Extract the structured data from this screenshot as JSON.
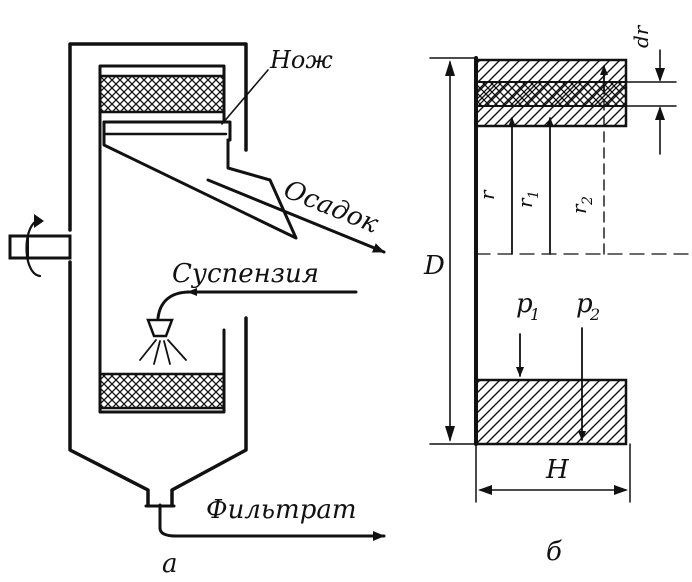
{
  "figure_a": {
    "knife_label": "Нож",
    "sediment_label": "Осадок",
    "suspension_label": "Суспензия",
    "filtrate_label": "Фильтрат",
    "caption": "а"
  },
  "figure_b": {
    "dr_label": "dr",
    "r_label": "r",
    "r1_label": "r",
    "r1_sub": "1",
    "r2_label": "r",
    "r2_sub": "2",
    "d_label": "D",
    "p1_label": "p",
    "p1_sub": "1",
    "p2_label": "p",
    "p2_sub": "2",
    "h_label": "H",
    "caption": "б"
  },
  "colors": {
    "ink": "#111111",
    "paper": "#ffffff"
  }
}
